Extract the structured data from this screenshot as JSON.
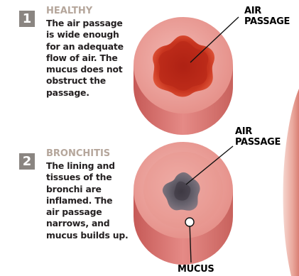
{
  "panel_healthy": {
    "number": "1",
    "heading": "HEALTHY",
    "lines": [
      "The air passage",
      "is wide enough",
      "for an adequate",
      "flow of air. The",
      "mucus does not",
      "obstruct the",
      "passage."
    ],
    "callout_lines": [
      "AIR",
      "PASSAGE"
    ]
  },
  "panel_bronchitis": {
    "number": "2",
    "heading": "BRONCHITIS",
    "lines": [
      "The lining and",
      "tissues of the",
      "bronchi are",
      "inflamed. The",
      "air passage",
      "narrows, and",
      "mucus builds up."
    ],
    "callout_lines": [
      "AIR",
      "PASSAGE"
    ],
    "mucus_label": "MUCUS"
  },
  "colors": {
    "badge": "#8a8581",
    "heading": "#b5a69b",
    "tissue": "#e9a4a0",
    "tissue_dark": "#d9726c",
    "lumen_healthy": "#c5281b",
    "mucus": "#5d5a62"
  }
}
